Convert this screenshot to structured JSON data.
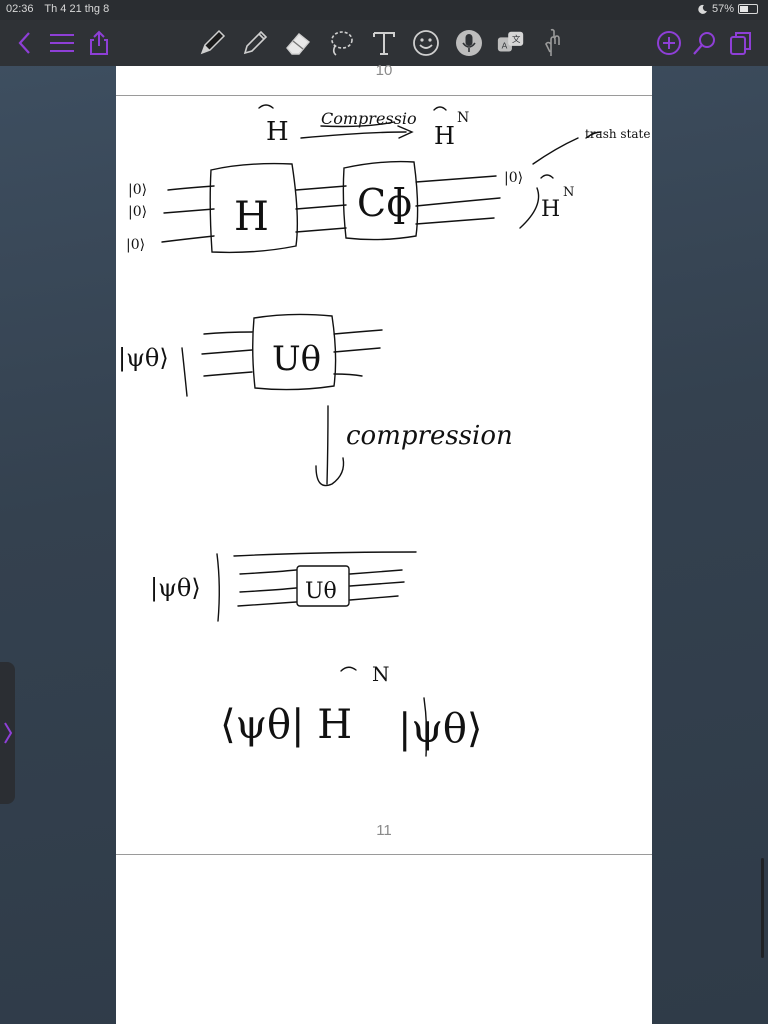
{
  "status_bar": {
    "time": "02:36",
    "date": "Th 4 21 thg 8",
    "battery_percent": "57%",
    "battery_level": 0.57,
    "icons": [
      "moon-icon",
      "battery-icon"
    ]
  },
  "toolbar": {
    "left_tools": [
      "back-icon",
      "table-of-contents-icon",
      "share-icon"
    ],
    "tools": [
      "pen-icon",
      "pencil-icon",
      "eraser-icon",
      "lasso-icon",
      "text-icon",
      "sticker-icon",
      "microphone-icon",
      "translate-icon",
      "hand-icon"
    ],
    "right_tools": [
      "add-page-icon",
      "search-icon",
      "pages-icon"
    ],
    "accent_color": "#8e3fd6"
  },
  "document": {
    "page_top_number": "10",
    "page_bottom_number": "11",
    "handwriting": {
      "h": "H",
      "compress_label": "Compressio",
      "h_n": "H",
      "superscript_n": "N",
      "trash_state": "trash state",
      "ket_zero": "|0⟩",
      "ket_zero_2": "|0⟩",
      "ket_zero_3": "|0⟩",
      "gate_h": "H",
      "gate_c": "Cɸ",
      "output_ket": "|0⟩",
      "output_h": "H",
      "psi_theta": "|ψθ⟩",
      "gate_u": "Uθ",
      "compression": "compression",
      "psi_theta_2": "|ψθ⟩",
      "gate_u_2": "Uθ",
      "expectation": "⟨ψθ| H",
      "expectation_tail": "|ψθ⟩",
      "superscript_n_2": "N"
    }
  },
  "side_panel": {
    "toggle": "chevron-right-icon"
  }
}
